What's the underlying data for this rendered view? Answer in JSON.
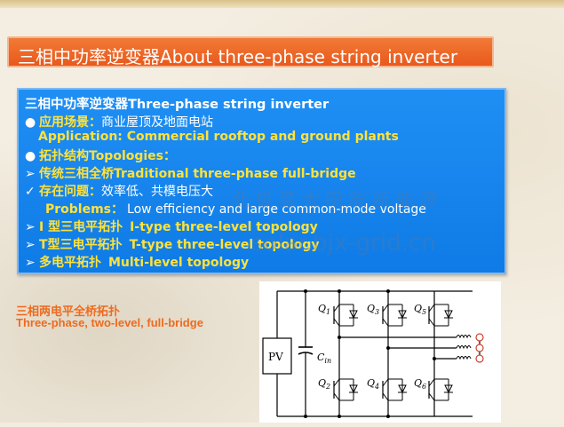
{
  "slide": {
    "title": "三相中功率逆变器About three-phase string inverter",
    "panel": {
      "heading_zh": "三相中功率逆变器",
      "heading_en": "Three-phase string inverter",
      "app_label_zh": "应用场景：",
      "app_value_zh": "商业屋顶及地面电站",
      "app_en": "Application: Commercial  rooftop and ground plants",
      "topo_label": "拓扑结构Topologies：",
      "item1": "传统三相全桥Traditional three-phase full-bridge",
      "issue_label_zh": "存在问题：",
      "issue_value_zh": "效率低、共模电压大",
      "problems_label": "Problems：",
      "problems_text": "Low efficiency and large common-mode voltage",
      "item2_zh": "I 型三电平拓扑",
      "item2_en": "I-type three-level topology",
      "item3_zh": "T型三电平拓扑",
      "item3_en": "T-type three-level topology",
      "item4_zh": "多电平拓扑",
      "item4_en": "Multi-level topology"
    },
    "watermark_zh": "北 极 星 太 阳 能 新 能 源",
    "watermark_en": "solar.bjx-grid.cn",
    "caption_zh": "三相两电平全桥拓扑",
    "caption_en": "Three-phase, two-level, full-bridge",
    "circuit": {
      "pv_label": "PV",
      "cap_label": "C",
      "cap_sub": "in",
      "switches": [
        "Q",
        "Q",
        "Q",
        "Q",
        "Q",
        "Q"
      ],
      "switch_subs": [
        "1",
        "3",
        "5",
        "2",
        "4",
        "6"
      ]
    }
  },
  "colors": {
    "title_bar": "#e8591c",
    "panel_blue": "#1283ec",
    "highlight_yellow": "#ffe23a",
    "caption_orange": "#ef6a1d"
  }
}
